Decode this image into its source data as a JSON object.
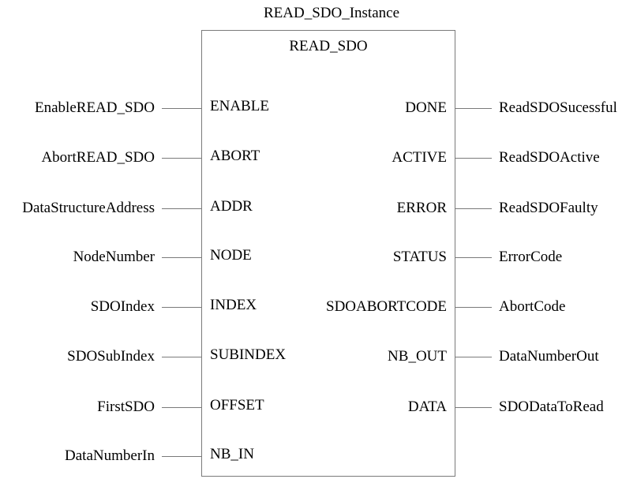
{
  "instance_name": "READ_SDO_Instance",
  "block_type": "READ_SDO",
  "inputs": [
    {
      "variable": "EnableREAD_SDO",
      "pin": "ENABLE"
    },
    {
      "variable": "AbortREAD_SDO",
      "pin": "ABORT"
    },
    {
      "variable": "DataStructureAddress",
      "pin": "ADDR"
    },
    {
      "variable": "NodeNumber",
      "pin": "NODE"
    },
    {
      "variable": "SDOIndex",
      "pin": "INDEX"
    },
    {
      "variable": "SDOSubIndex",
      "pin": "SUBINDEX"
    },
    {
      "variable": "FirstSDO",
      "pin": "OFFSET"
    },
    {
      "variable": "DataNumberIn",
      "pin": "NB_IN"
    }
  ],
  "outputs": [
    {
      "pin": "DONE",
      "variable": "ReadSDOSucessful"
    },
    {
      "pin": "ACTIVE",
      "variable": "ReadSDOActive"
    },
    {
      "pin": "ERROR",
      "variable": "ReadSDOFaulty"
    },
    {
      "pin": "STATUS",
      "variable": "ErrorCode"
    },
    {
      "pin": "SDOABORTCODE",
      "variable": "AbortCode"
    },
    {
      "pin": "NB_OUT",
      "variable": "DataNumberOut"
    },
    {
      "pin": "DATA",
      "variable": "SDODataToRead"
    }
  ]
}
